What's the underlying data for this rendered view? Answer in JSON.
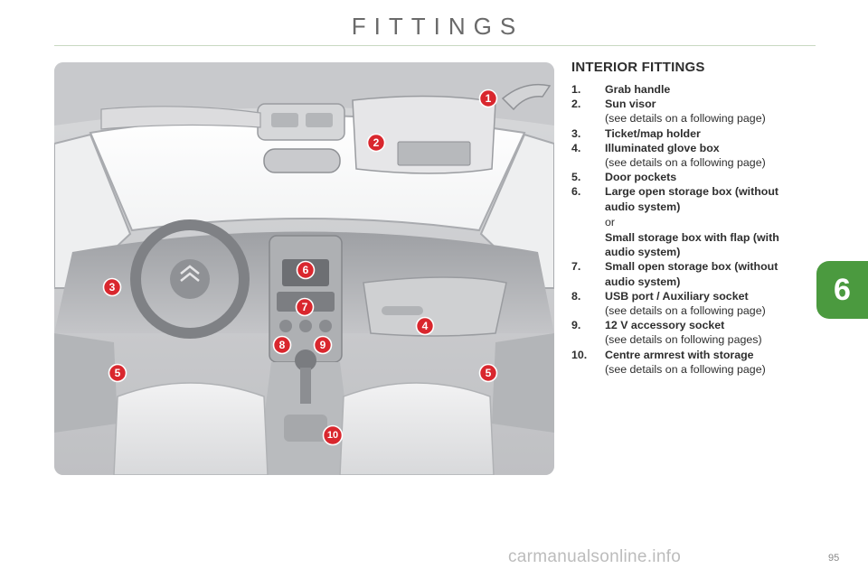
{
  "header": {
    "title": "FITTINGS"
  },
  "section": {
    "heading": "INTERIOR FITTINGS"
  },
  "items": [
    {
      "num": "1.",
      "label": "Grab handle"
    },
    {
      "num": "2.",
      "label": "Sun visor",
      "detail": "(see details on a following page)"
    },
    {
      "num": "3.",
      "label": "Ticket/map holder"
    },
    {
      "num": "4.",
      "label": "Illuminated glove box",
      "detail": "(see details on a following page)"
    },
    {
      "num": "5.",
      "label": "Door pockets"
    },
    {
      "num": "6.",
      "label": "Large open storage box (without audio system)",
      "separator": "or",
      "alt_label": "Small storage box with flap (with audio system)"
    },
    {
      "num": "7.",
      "label": "Small open storage box (without audio system)"
    },
    {
      "num": "8.",
      "label": "USB port / Auxiliary socket",
      "detail": "(see details on a following page)"
    },
    {
      "num": "9.",
      "label": "12 V accessory socket",
      "detail": "(see details on following pages)"
    },
    {
      "num": "10.",
      "label": "Centre armrest with storage",
      "detail": "(see details on a following page)"
    }
  ],
  "callouts": [
    "1",
    "2",
    "3",
    "4",
    "5",
    "5",
    "6",
    "7",
    "8",
    "9",
    "10"
  ],
  "chapter": {
    "number": "6",
    "color": "#4b9a3f"
  },
  "footer": {
    "page_number": "95",
    "watermark": "carmanualsonline.info"
  },
  "colors": {
    "callout": "#d9272e",
    "rule": "#c9d8c2"
  }
}
